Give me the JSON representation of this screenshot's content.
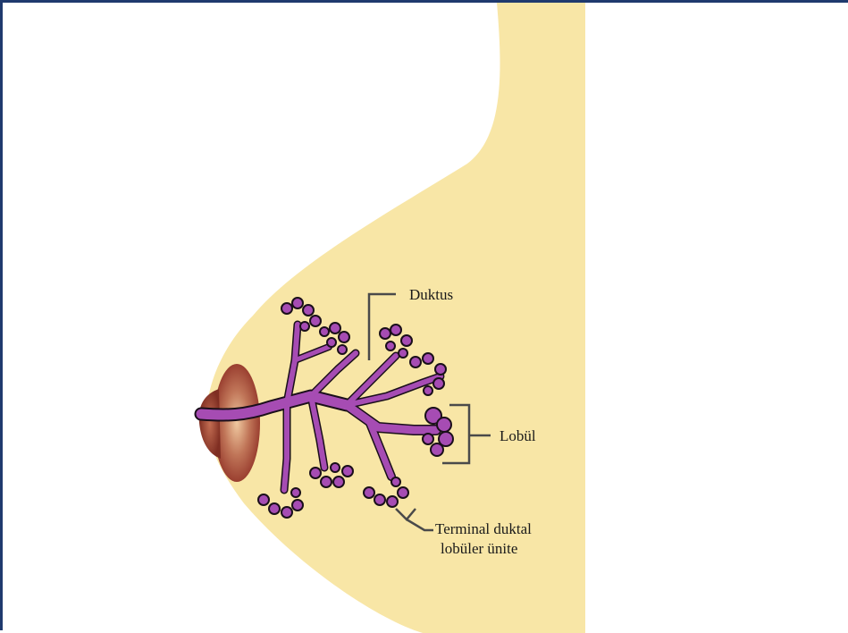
{
  "labels": {
    "duktus": "Duktus",
    "lobul": "Lobül",
    "tdlu_line1": "Terminal duktal",
    "tdlu_line2": "lobüler ünite"
  },
  "colors": {
    "frame_border": "#1f3a6e",
    "breast_fill": "#f8e6a6",
    "duct_fill": "#a64cb3",
    "duct_outline": "#1a0f1a",
    "areola": "#a9503f",
    "bracket": "#4a4a4a"
  }
}
